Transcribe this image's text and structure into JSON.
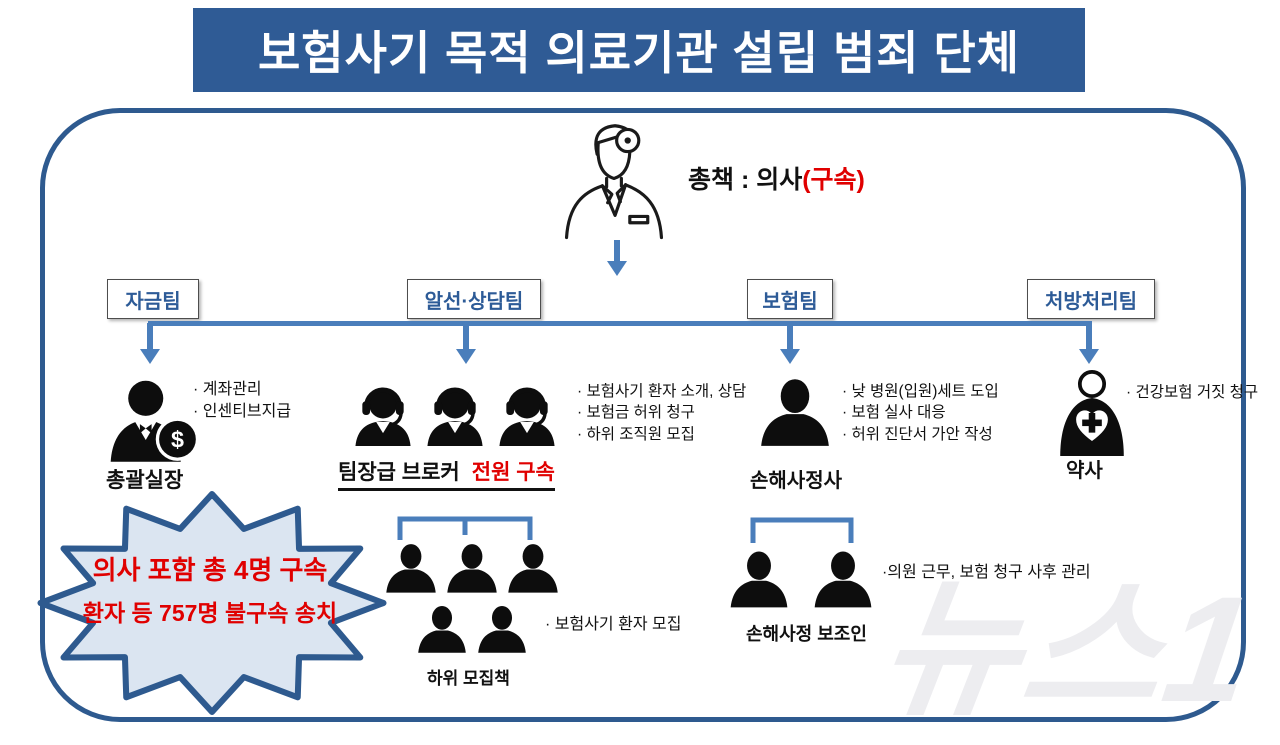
{
  "title": "보험사기 목적 의료기관 설립 범죄 단체",
  "boss": {
    "role": "총책 : 의사",
    "status": "(구속)"
  },
  "teams": [
    {
      "label": "자금팀"
    },
    {
      "label": "알선·상담팀"
    },
    {
      "label": "보험팀"
    },
    {
      "label": "처방처리팀"
    }
  ],
  "roles": {
    "manager": {
      "bullets": [
        "· 계좌관리",
        "· 인센티브지급"
      ],
      "label": "총괄실장"
    },
    "brokers": {
      "bullets": [
        "· 보험사기 환자 소개, 상담",
        "· 보험금 허위 청구",
        "· 하위 조직원 모집"
      ],
      "label": "팀장급 브로커",
      "label_status": "전원 구속"
    },
    "adjuster": {
      "bullets": [
        "· 낮 병원(입원)세트 도입",
        "· 보험 실사 대응",
        "· 허위 진단서 가안 작성"
      ],
      "label": "손해사정사"
    },
    "pharmacist": {
      "bullets": [
        "· 건강보험 거짓 청구"
      ],
      "label": "약사"
    }
  },
  "callout": {
    "line1": "의사 포함 총 4명 구속",
    "line2": "환자 등 757명 불구속 송치"
  },
  "recruiters": {
    "bullet": "· 보험사기 환자 모집",
    "label": "하위 모집책"
  },
  "assistants": {
    "bullet": "·의원 근무, 보험 청구 사후 관리",
    "label": "손해사정 보조인"
  },
  "watermark": "뉴스1",
  "colors": {
    "banner_blue": "#2f5b95",
    "frame_blue": "#2e5a8f",
    "connector_blue": "#4a7ebb",
    "team_text_blue": "#2d5b97",
    "alert_red": "#e00000",
    "callout_fill": "#dbe5f1"
  }
}
